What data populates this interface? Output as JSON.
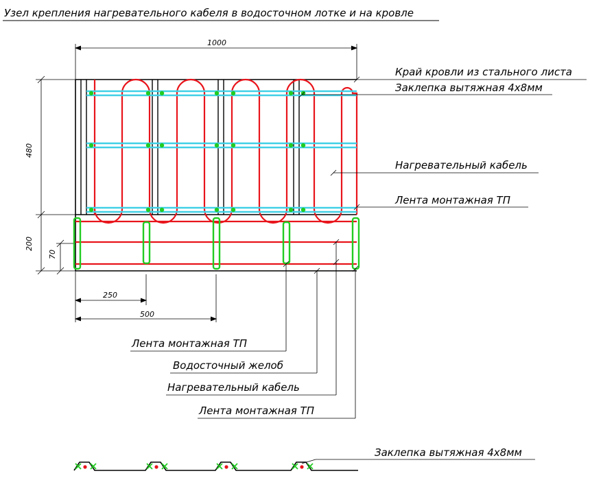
{
  "title": "Узел крепления нагревательного кабеля в водосточном лотке и на кровле",
  "dimensions": {
    "width_top": "1000",
    "height_roof": "480",
    "height_gutter": "200",
    "offset_small": "70",
    "span_250": "250",
    "span_500": "500"
  },
  "labels": {
    "roof_edge": "Край кровли из стального листа",
    "rivet_top": "Заклепка вытяжная 4х8мм",
    "cable_roof": "Нагревательный кабель",
    "tape_roof": "Лента монтажная ТП",
    "tape_gutter_1": "Лента монтажная ТП",
    "gutter": "Водосточный желоб",
    "cable_gutter": "Нагревательный кабель",
    "tape_gutter_2": "Лента монтажная ТП",
    "rivet_bottom": "Заклепка вытяжная 4х8мм"
  },
  "colors": {
    "outline": "#000000",
    "cable": "#e8141b",
    "roof_tape": "#40d0e6",
    "gutter_tape": "#22cc22"
  }
}
